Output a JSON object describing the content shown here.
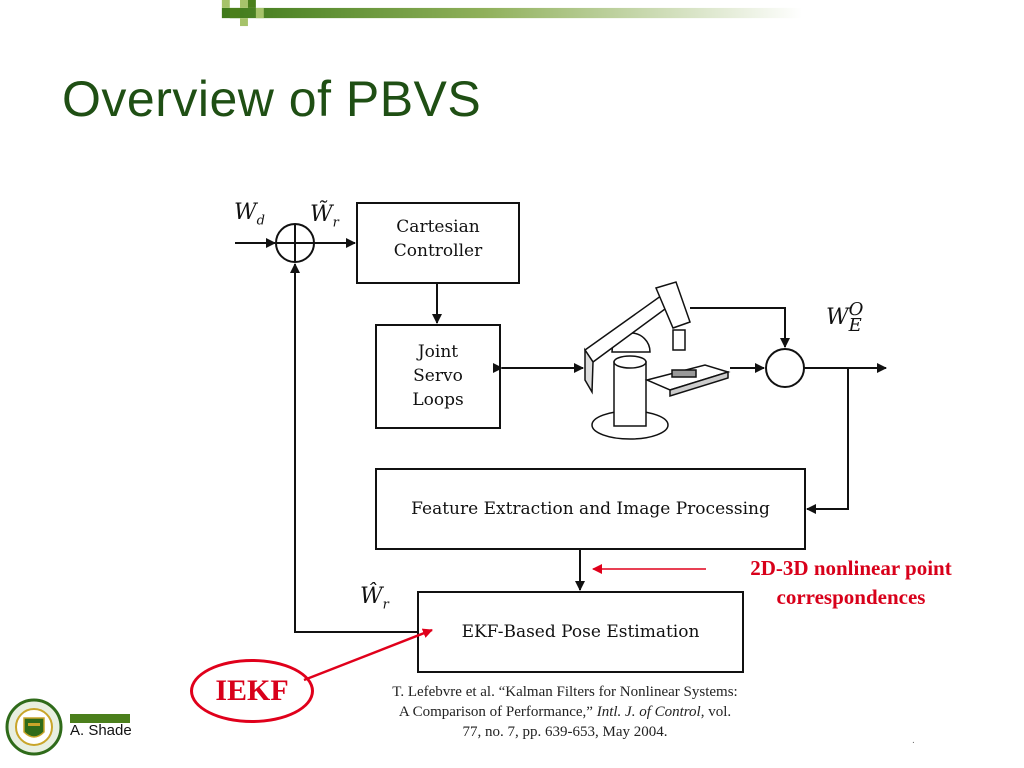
{
  "slide": {
    "title": "Overview of PBVS",
    "footer_author": "A. Shademan",
    "page_marker": "."
  },
  "colors": {
    "title_green": "#1f4f14",
    "accent_green": "#4b7f1c",
    "light_green": "#a6c36a",
    "annotation_red": "#d8001a"
  },
  "diagram": {
    "boxes": {
      "cartesian_controller": [
        "Cartesian",
        "Controller"
      ],
      "joint_servo_loops": [
        "Joint",
        "Servo",
        "Loops"
      ],
      "feature_extraction": "Feature Extraction and Image Processing",
      "ekf_pose_estimation": "EKF-Based Pose Estimation"
    },
    "signals": {
      "desired_pose": {
        "base": "W",
        "sub": "d"
      },
      "pose_error": {
        "base": "W̃",
        "sub": "r"
      },
      "estimated_pose": {
        "base": "Ŵ",
        "sub": "r"
      },
      "output_pose": {
        "base": "W",
        "sub": "E",
        "sup": "O"
      }
    }
  },
  "annotations": {
    "correspondences_line1": "2D-3D nonlinear point",
    "correspondences_line2": "correspondences",
    "iekf": "IEKF"
  },
  "citation": {
    "line1": "T. Lefebvre et al. “Kalman Filters for Nonlinear Systems:",
    "line2_prefix": "A Comparison of Performance,” ",
    "line2_journal": "Intl. J. of Control",
    "line2_suffix": ", vol.",
    "line3": "77, no. 7, pp. 639-653, May 2004."
  }
}
